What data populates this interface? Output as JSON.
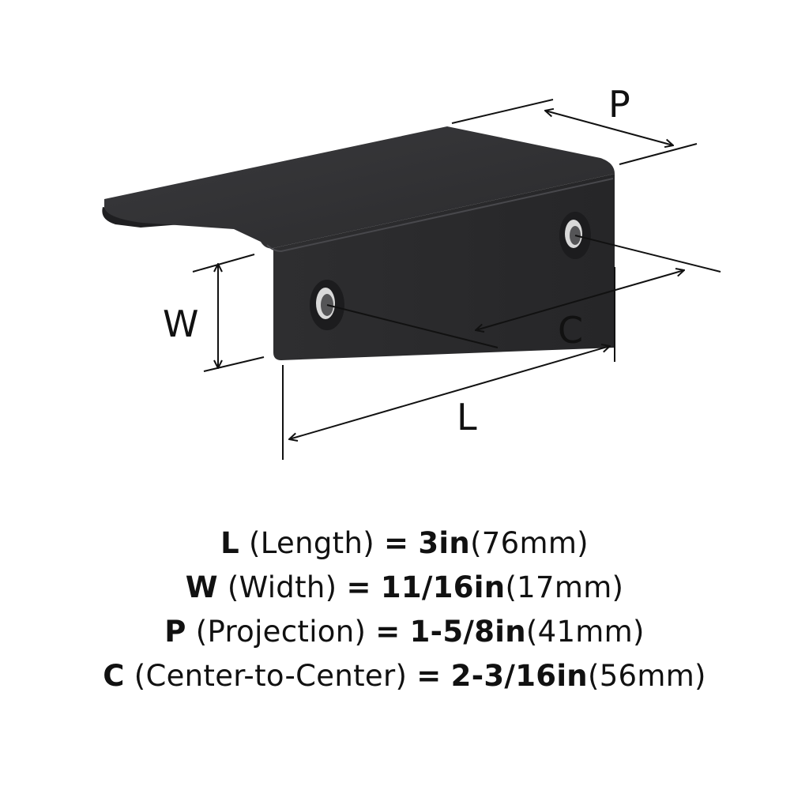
{
  "diagram": {
    "labels": {
      "p": "P",
      "w": "W",
      "c": "C",
      "l": "L"
    },
    "colors": {
      "product": "#2b2b2d",
      "product_edge": "#3c3c3f",
      "lines": "#111111",
      "background": "#ffffff"
    }
  },
  "specs": [
    {
      "key": "L",
      "name": "(Length)",
      "eq": "=",
      "imperial": "3in",
      "metric": "(76mm)"
    },
    {
      "key": "W",
      "name": "(Width)",
      "eq": "=",
      "imperial": "11/16in",
      "metric": "(17mm)"
    },
    {
      "key": "P",
      "name": "(Projection)",
      "eq": "=",
      "imperial": "1-5/8in",
      "metric": "(41mm)"
    },
    {
      "key": "C",
      "name": "(Center-to-Center)",
      "eq": "=",
      "imperial": "2-3/16in",
      "metric": "(56mm)"
    }
  ]
}
